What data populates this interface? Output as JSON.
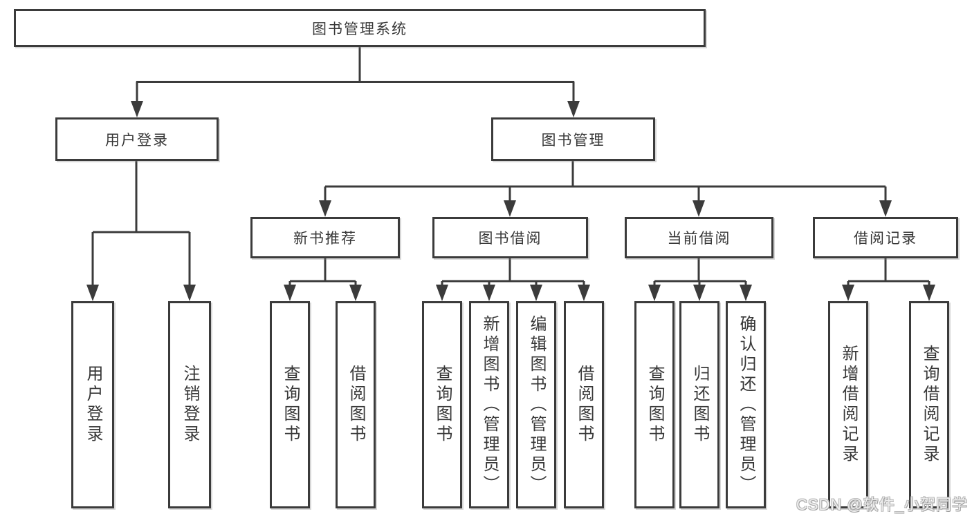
{
  "colors": {
    "background": "#ffffff",
    "line": "#3b3b3b",
    "box_border": "#3b3b3b",
    "box_background": "#ffffff",
    "text": "#383838",
    "watermark_text": "#d9d9d9"
  },
  "nodes": {
    "root": "图书管理系统",
    "l2_user_login": "用户登录",
    "l2_book_mgmt": "图书管理",
    "l3_new_book": "新书推荐",
    "l3_book_borrow": "图书借阅",
    "l3_current_borrow": "当前借阅",
    "l3_borrow_record": "借阅记录",
    "l4_user_login": "用户登录",
    "l4_logout": "注销登录",
    "l4_nb_query": "查询图书",
    "l4_nb_borrow": "借阅图书",
    "l4_bb_query": "查询图书",
    "l4_bb_add": "新增图书（管理员）",
    "l4_bb_edit": "编辑图书（管理员）",
    "l4_bb_borrow": "借阅图书",
    "l4_cb_query": "查询图书",
    "l4_cb_return": "归还图书",
    "l4_cb_confirm": "确认归还（管理员）",
    "l4_br_add": "新增借阅记录",
    "l4_br_query": "查询借阅记录"
  },
  "hierarchy": {
    "图书管理系统": [
      "用户登录",
      "图书管理"
    ],
    "用户登录": [
      "用户登录",
      "注销登录"
    ],
    "图书管理": [
      "新书推荐",
      "图书借阅",
      "当前借阅",
      "借阅记录"
    ],
    "新书推荐": [
      "查询图书",
      "借阅图书"
    ],
    "图书借阅": [
      "查询图书",
      "新增图书（管理员）",
      "编辑图书（管理员）",
      "借阅图书"
    ],
    "当前借阅": [
      "查询图书",
      "归还图书",
      "确认归还（管理员）"
    ],
    "借阅记录": [
      "新增借阅记录",
      "查询借阅记录"
    ]
  },
  "watermark": "CSDN @软件_小贺同学"
}
